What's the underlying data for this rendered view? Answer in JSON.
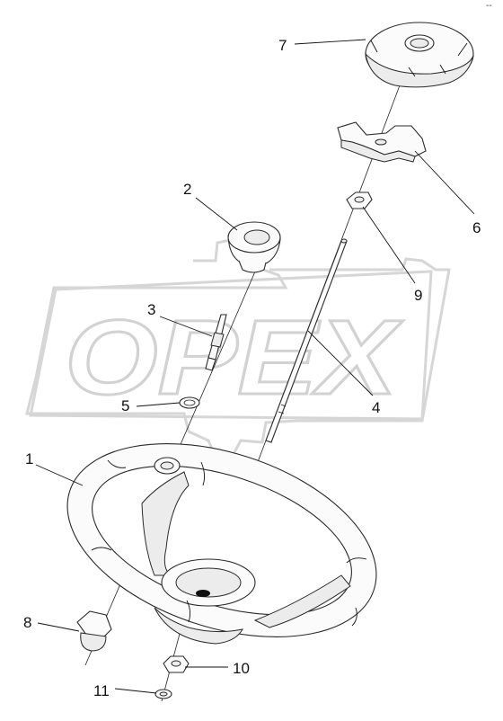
{
  "watermark": {
    "text": "OPEX"
  },
  "corner_mark": "--",
  "callouts": [
    {
      "id": "1",
      "part": "steering-wheel"
    },
    {
      "id": "2",
      "part": "knob"
    },
    {
      "id": "3",
      "part": "pin"
    },
    {
      "id": "4",
      "part": "rod"
    },
    {
      "id": "5",
      "part": "snap-ring"
    },
    {
      "id": "6",
      "part": "bracket"
    },
    {
      "id": "7",
      "part": "center-cap"
    },
    {
      "id": "8",
      "part": "cap-nut"
    },
    {
      "id": "9",
      "part": "nut"
    },
    {
      "id": "10",
      "part": "nut"
    },
    {
      "id": "11",
      "part": "washer"
    }
  ]
}
